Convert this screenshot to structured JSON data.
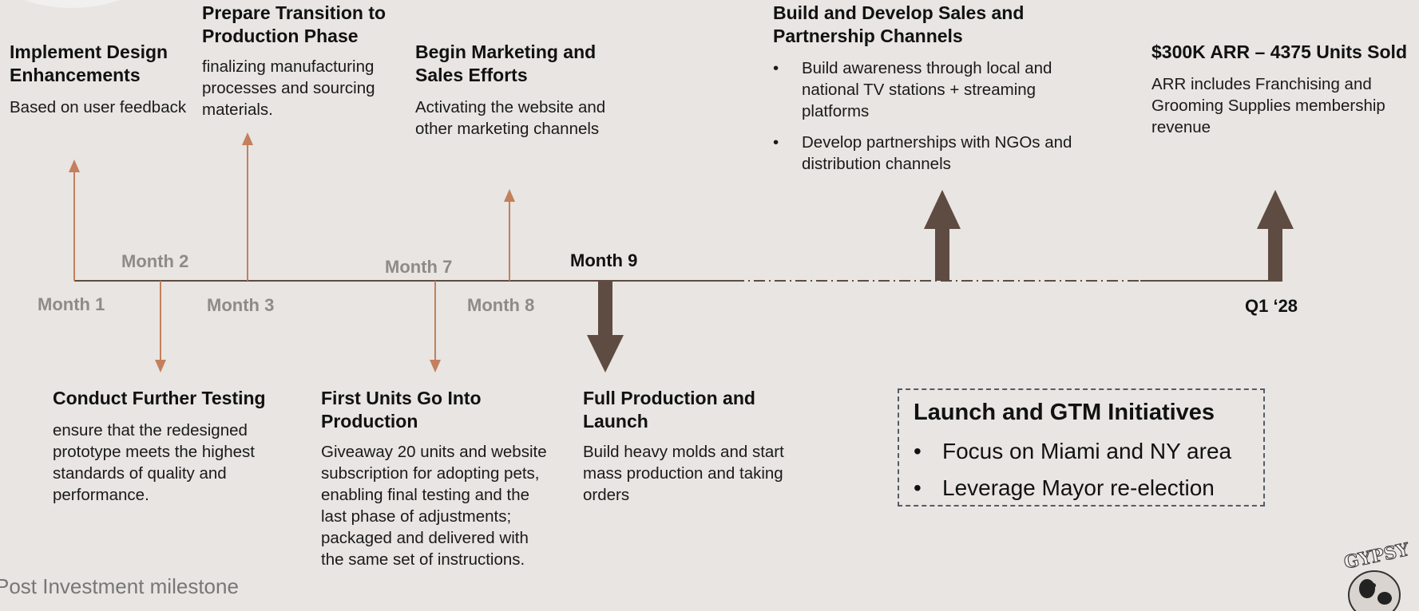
{
  "colors": {
    "background": "#e8e5e2",
    "thin_arrow": "#c47f5c",
    "thick_arrow": "#5e4b41",
    "muted_label": "#8f8b87"
  },
  "months": {
    "m1": "Month 1",
    "m2": "Month 2",
    "m3": "Month 3",
    "m7": "Month 7",
    "m8": "Month 8",
    "m9": "Month 9",
    "q1": "Q1 ‘28"
  },
  "milestones": {
    "design": {
      "title": "Implement Design Enhancements",
      "desc": "Based on user feedback"
    },
    "testing": {
      "title": "Conduct Further Testing",
      "desc": "ensure that the redesigned prototype meets the highest standards of quality and performance."
    },
    "transition": {
      "title": "Prepare Transition to Production Phase",
      "desc": "finalizing manufacturing processes and sourcing materials."
    },
    "first_units": {
      "title": "First Units Go Into Production",
      "desc": "Giveaway 20 units and website subscription for adopting pets, enabling final testing and the last phase of adjustments; packaged and delivered with the same set of instructions."
    },
    "marketing": {
      "title": "Begin Marketing and Sales Efforts",
      "desc": "Activating the website and other marketing channels"
    },
    "full_production": {
      "title": "Full Production and Launch",
      "desc": "Build heavy molds and start mass production and taking orders"
    },
    "channels": {
      "title": "Build and Develop Sales and Partnership Channels",
      "bullets": [
        "Build awareness through local and national TV stations + streaming platforms",
        "Develop partnerships with NGOs and distribution channels"
      ]
    },
    "arr": {
      "title": "$300K ARR – 4375 Units Sold",
      "desc": "ARR includes Franchising and Grooming Supplies membership revenue"
    }
  },
  "gtm": {
    "title": "Launch and GTM Initiatives",
    "bullets": [
      "Focus on Miami and NY area",
      "Leverage Mayor re-election"
    ]
  },
  "footer": "Post Investment milestone",
  "logo_text": "GYPSY"
}
